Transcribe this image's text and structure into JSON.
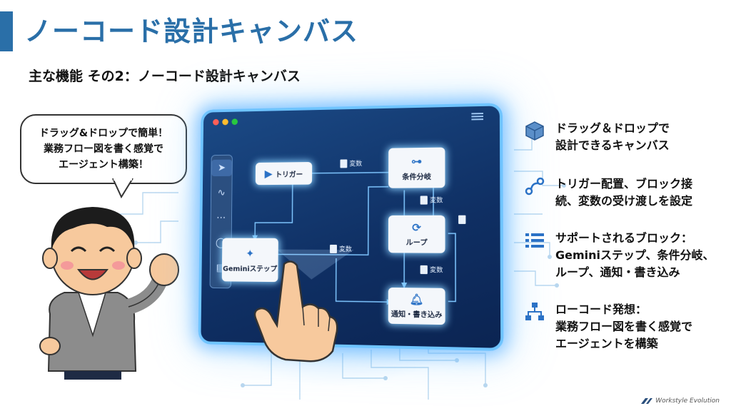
{
  "header": {
    "title": "ノーコード設計キャンバス",
    "subtitle": "主な機能 その2：ノーコード設計キャンバス"
  },
  "speech_bubble": {
    "lines": [
      "ドラッグ&ドロップで簡単！",
      "業務フロー図を書く感覚で",
      "エージェント構築！"
    ]
  },
  "canvas": {
    "nodes": {
      "trigger": "トリガー",
      "condition": "条件分岐",
      "loop": "ループ",
      "gemini": "Geminiステップ",
      "notify": "通知・書き込み"
    },
    "variable_label": "変数"
  },
  "features": [
    {
      "icon": "box-icon",
      "lines": [
        "ドラッグ＆ドロップで",
        "設計できるキャンバス"
      ]
    },
    {
      "icon": "connector-icon",
      "lines": [
        "トリガー配置、ブロック接",
        "続、変数の受け渡しを設定"
      ]
    },
    {
      "icon": "list-icon",
      "lines": [
        "サポートされるブロック：",
        "Geminiステップ、条件分岐、",
        "ループ、通知・書き込み"
      ]
    },
    {
      "icon": "flowchart-icon",
      "lines": [
        "ローコード発想：",
        "業務フロー図を書く感覚で",
        "エージェントを構築"
      ]
    }
  ],
  "brand": {
    "name": "Workstyle Evolution"
  },
  "colors": {
    "accent": "#2a6fa8",
    "screen": "#0f2f63",
    "glow": "#6fc4ff",
    "icon_blue": "#2b72c6"
  }
}
